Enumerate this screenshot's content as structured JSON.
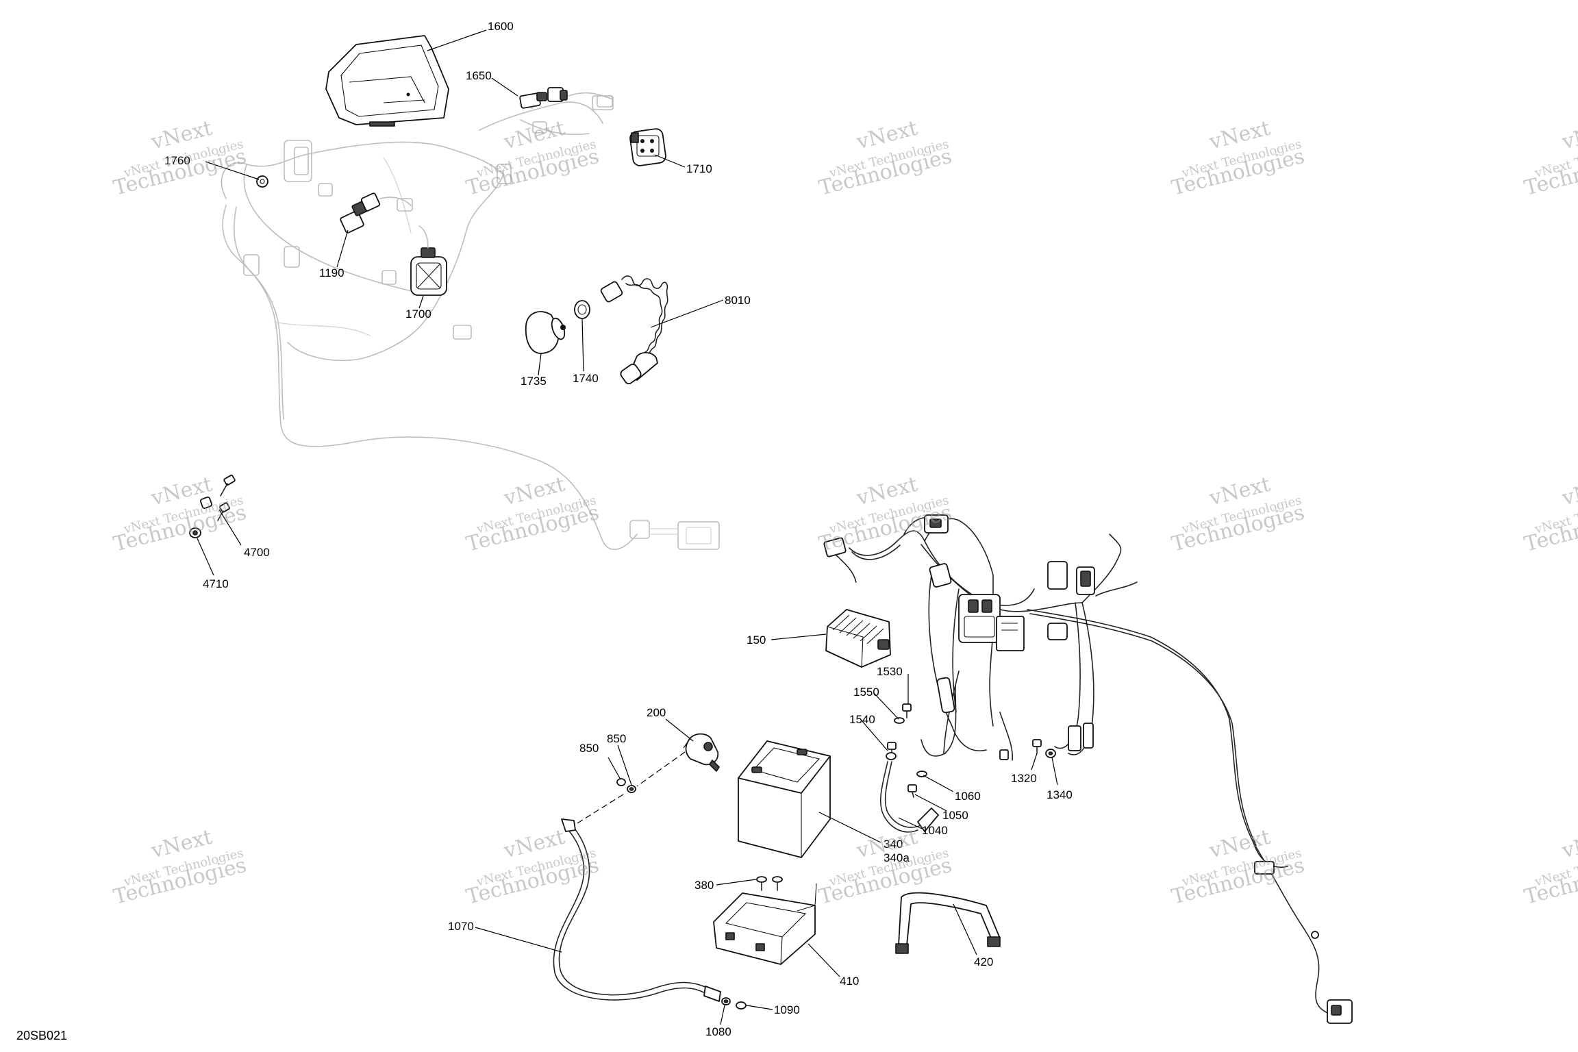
{
  "diagram_ref": "20SB021",
  "watermark": {
    "line1": "vNext",
    "line2": "vNext Technologies",
    "line3": "Technologies"
  },
  "parts": [
    {
      "id": "p1600",
      "number": "1600"
    },
    {
      "id": "p1650",
      "number": "1650"
    },
    {
      "id": "p1710",
      "number": "1710"
    },
    {
      "id": "p1760",
      "number": "1760"
    },
    {
      "id": "p1190",
      "number": "1190"
    },
    {
      "id": "p1700",
      "number": "1700"
    },
    {
      "id": "p8010",
      "number": "8010"
    },
    {
      "id": "p1735",
      "number": "1735"
    },
    {
      "id": "p1740",
      "number": "1740"
    },
    {
      "id": "p4700",
      "number": "4700"
    },
    {
      "id": "p4710",
      "number": "4710"
    },
    {
      "id": "p150",
      "number": "150"
    },
    {
      "id": "p1530",
      "number": "1530"
    },
    {
      "id": "p1550",
      "number": "1550"
    },
    {
      "id": "p1540",
      "number": "1540"
    },
    {
      "id": "p200",
      "number": "200"
    },
    {
      "id": "p850a",
      "number": "850"
    },
    {
      "id": "p850b",
      "number": "850"
    },
    {
      "id": "p1320",
      "number": "1320"
    },
    {
      "id": "p1340",
      "number": "1340"
    },
    {
      "id": "p1060",
      "number": "1060"
    },
    {
      "id": "p1050",
      "number": "1050"
    },
    {
      "id": "p1040",
      "number": "1040"
    },
    {
      "id": "p340",
      "number": "340"
    },
    {
      "id": "p340a",
      "number": "340a"
    },
    {
      "id": "p380",
      "number": "380"
    },
    {
      "id": "p1070",
      "number": "1070"
    },
    {
      "id": "p410",
      "number": "410"
    },
    {
      "id": "p420",
      "number": "420"
    },
    {
      "id": "p1090",
      "number": "1090"
    },
    {
      "id": "p1080",
      "number": "1080"
    }
  ]
}
